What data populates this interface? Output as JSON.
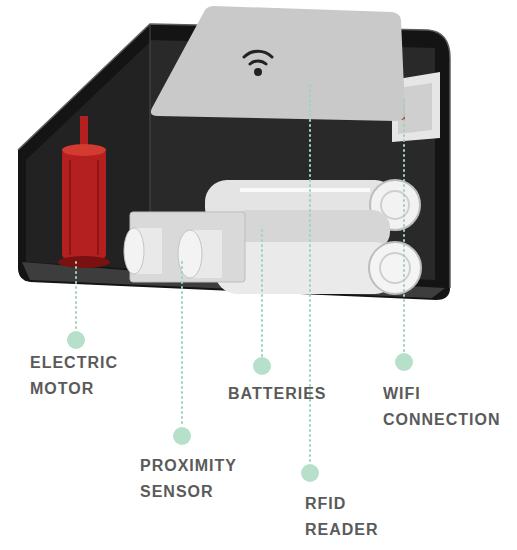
{
  "diagram": {
    "labels": [
      "ELECTRIC MOTOR",
      "BATTERIES",
      "WIFI CONNECTION",
      "PROXIMITY SENSOR",
      "RFID READER"
    ]
  }
}
